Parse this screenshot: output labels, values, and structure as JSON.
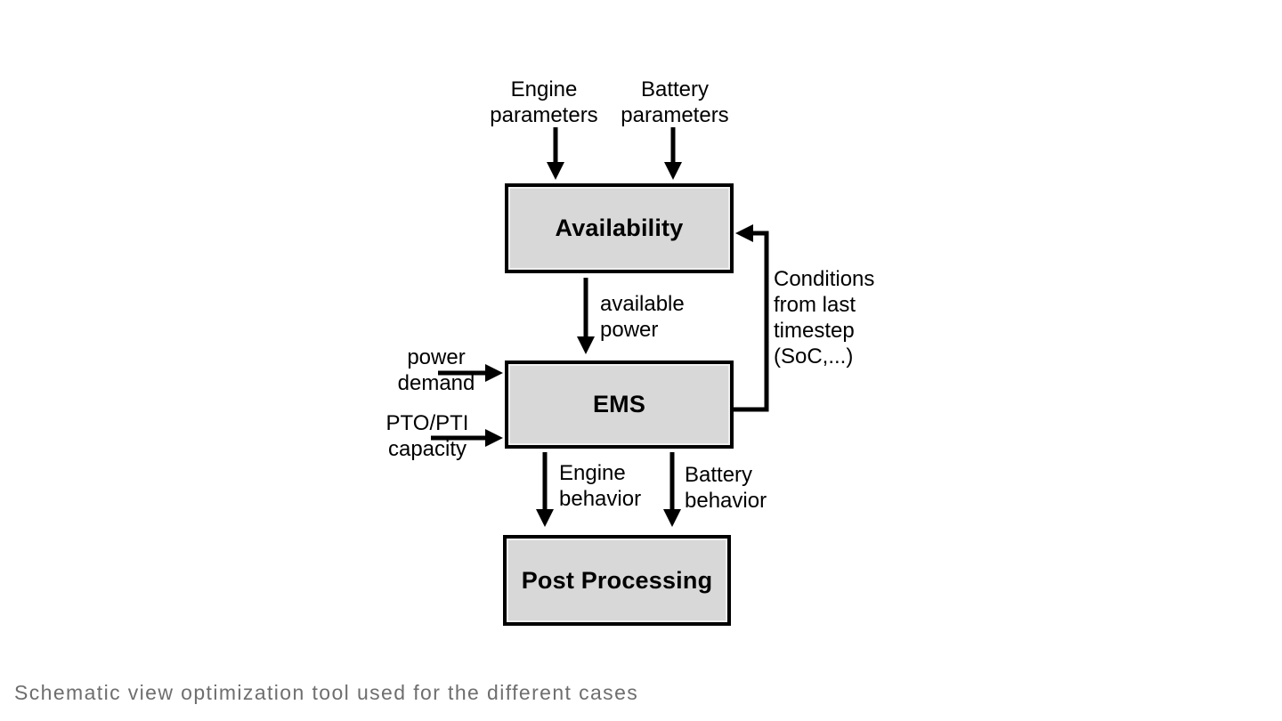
{
  "diagram": {
    "nodes": {
      "availability": {
        "label": "Availability"
      },
      "ems": {
        "label": "EMS"
      },
      "post_processing": {
        "label": "Post Processing"
      }
    },
    "labels": {
      "engine_parameters": "Engine\nparameters",
      "battery_parameters": "Battery\nparameters",
      "available_power": "available\npower",
      "conditions_from_last_timestep": "Conditions\nfrom last\ntimestep\n(SoC,...)",
      "power_demand": "power\ndemand",
      "pto_pti_capacity": "PTO/PTI\ncapacity",
      "engine_behavior": "Engine\nbehavior",
      "battery_behavior": "Battery\nbehavior"
    },
    "caption": "Schematic view optimization tool used for the different cases",
    "colors": {
      "box_fill": "#d8d8d8",
      "box_border": "#000000",
      "arrow": "#000000",
      "label_text": "#000000",
      "caption_text": "#6e6e6e",
      "background": "#ffffff"
    }
  }
}
